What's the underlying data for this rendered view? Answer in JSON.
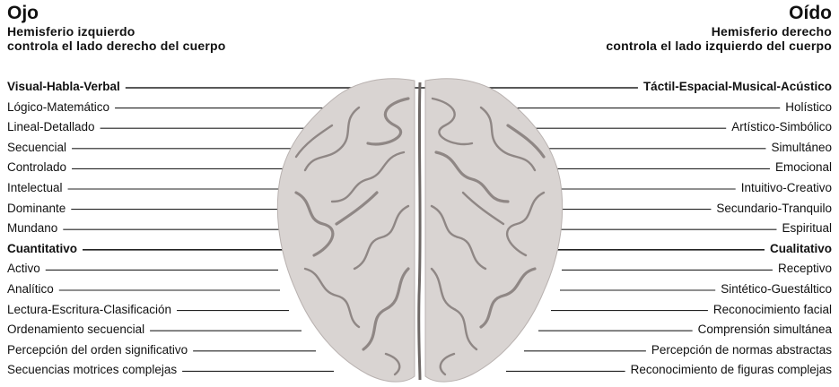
{
  "left": {
    "title": "Ojo",
    "subtitle_1": "Hemisferio izquierdo",
    "subtitle_2": "controla el lado derecho del cuerpo",
    "labels": [
      {
        "text": "Visual-Habla-Verbal",
        "bold": true
      },
      {
        "text": "Lógico-Matemático",
        "bold": false
      },
      {
        "text": "Lineal-Detallado",
        "bold": false
      },
      {
        "text": "Secuencial",
        "bold": false
      },
      {
        "text": "Controlado",
        "bold": false
      },
      {
        "text": "Intelectual",
        "bold": false
      },
      {
        "text": "Dominante",
        "bold": false
      },
      {
        "text": "Mundano",
        "bold": false
      },
      {
        "text": "Cuantitativo",
        "bold": true
      },
      {
        "text": "Activo",
        "bold": false
      },
      {
        "text": "Analítico",
        "bold": false
      },
      {
        "text": "Lectura-Escritura-Clasificación",
        "bold": false
      },
      {
        "text": "Ordenamiento secuencial",
        "bold": false
      },
      {
        "text": "Percepción del orden significativo",
        "bold": false
      },
      {
        "text": "Secuencias motrices complejas",
        "bold": false
      }
    ]
  },
  "right": {
    "title": "Oído",
    "subtitle_1": "Hemisferio derecho",
    "subtitle_2": "controla el lado izquierdo del cuerpo",
    "labels": [
      {
        "text": "Táctil-Espacial-Musical-Acústico",
        "bold": true
      },
      {
        "text": "Holístico",
        "bold": false
      },
      {
        "text": "Artístico-Simbólico",
        "bold": false
      },
      {
        "text": "Simultáneo",
        "bold": false
      },
      {
        "text": "Emocional",
        "bold": false
      },
      {
        "text": "Intuitivo-Creativo",
        "bold": false
      },
      {
        "text": "Secundario-Tranquilo",
        "bold": false
      },
      {
        "text": "Espiritual",
        "bold": false
      },
      {
        "text": "Cualitativo",
        "bold": true
      },
      {
        "text": "Receptivo",
        "bold": false
      },
      {
        "text": "Sintético-Guestáltico",
        "bold": false
      },
      {
        "text": "Reconocimiento facial",
        "bold": false
      },
      {
        "text": "Comprensión simultánea",
        "bold": false
      },
      {
        "text": "Percepción de normas abstractas",
        "bold": false
      },
      {
        "text": "Reconocimiento de figuras complejas",
        "bold": false
      }
    ]
  },
  "colors": {
    "brain_fill": "#d9d4d2",
    "brain_shade": "#b9b2b0",
    "brain_gyri": "#8f8785",
    "leader_line": "#222222"
  }
}
